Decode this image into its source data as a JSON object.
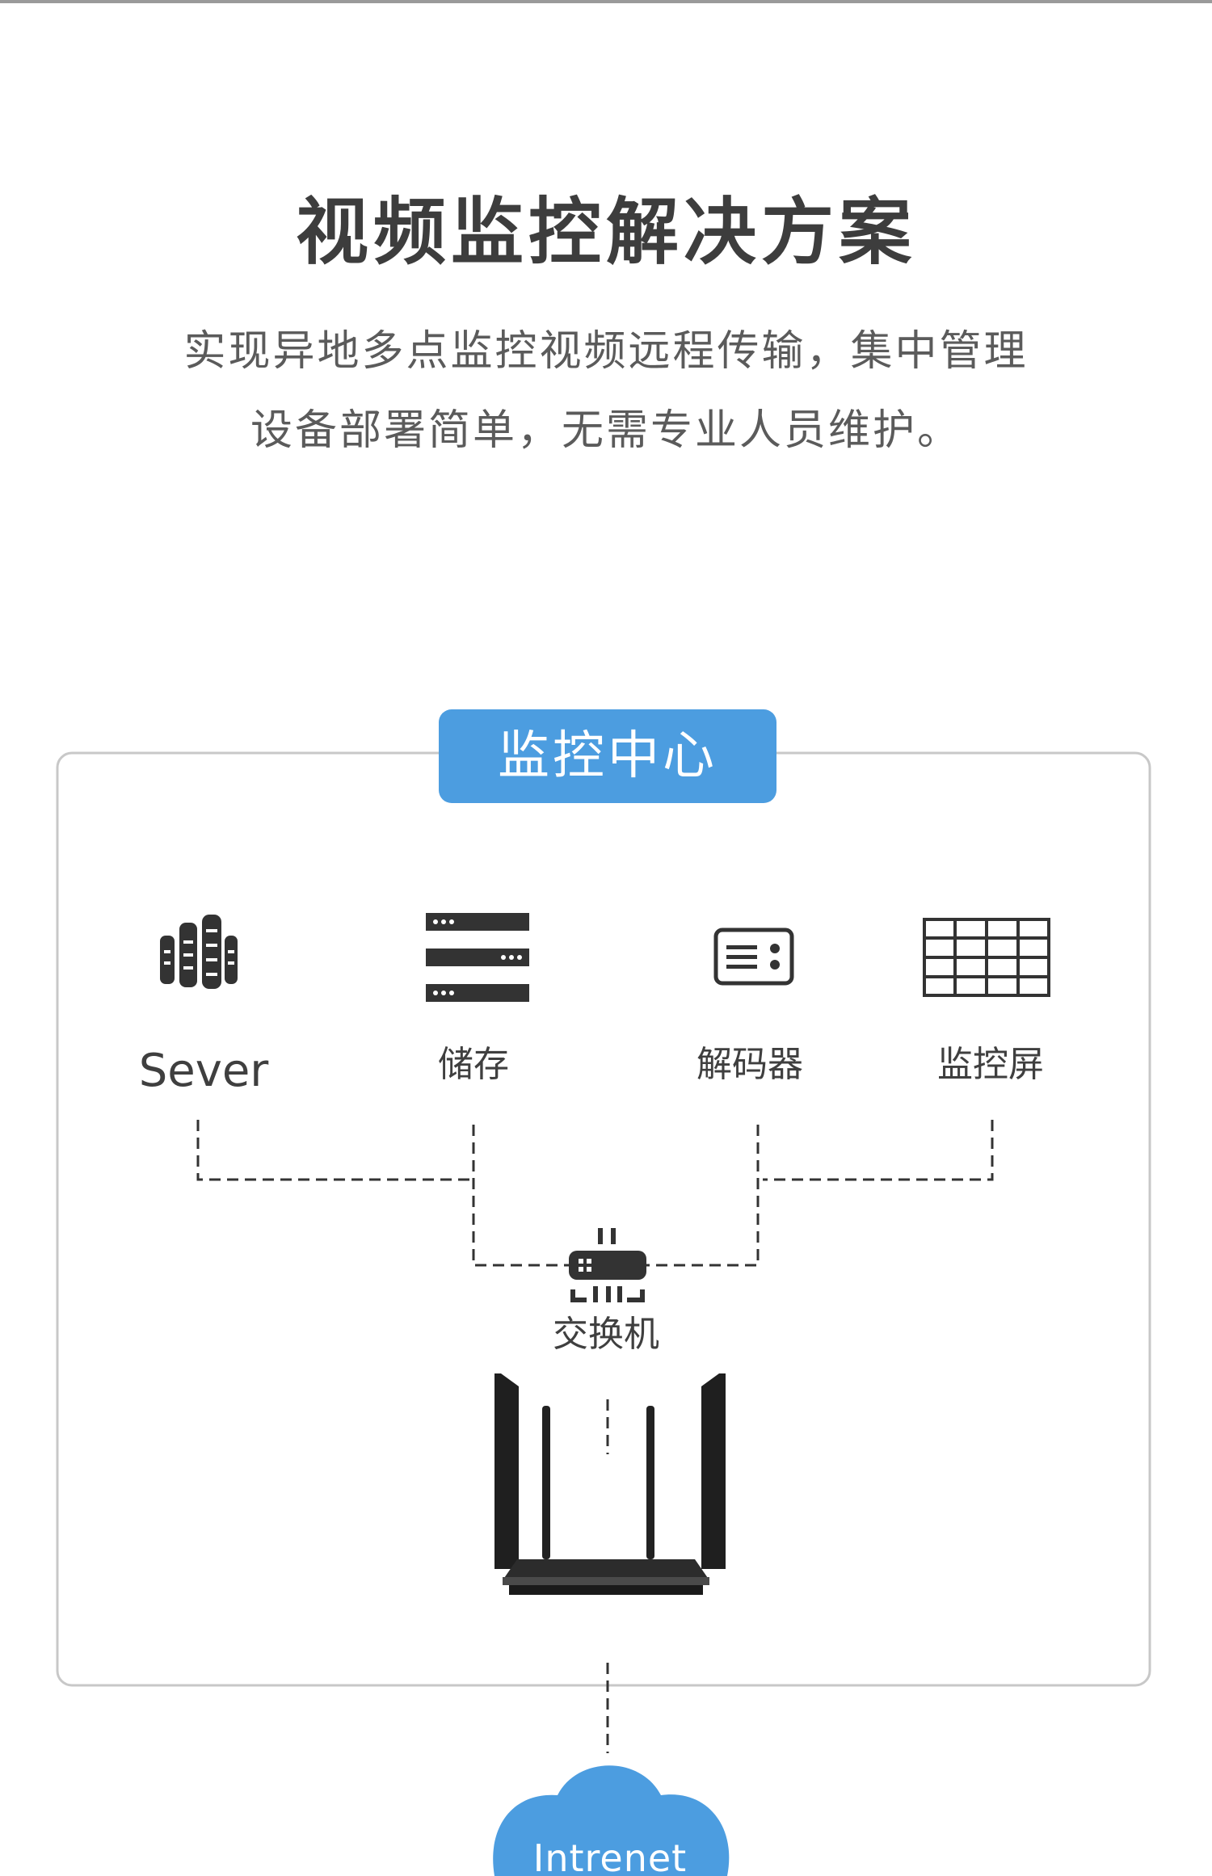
{
  "header": {
    "title": "视频监控解决方案",
    "subtitle_line1": "实现异地多点监控视频远程传输，集中管理",
    "subtitle_line2": "设备部署简单，无需专业人员维护。"
  },
  "diagram": {
    "center_label": "监控中心",
    "devices": [
      {
        "label": "Sever",
        "icon": "server-cluster-icon"
      },
      {
        "label": "储存",
        "icon": "storage-rack-icon"
      },
      {
        "label": "解码器",
        "icon": "decoder-icon"
      },
      {
        "label": "监控屏",
        "icon": "video-wall-icon"
      }
    ],
    "switch": {
      "label": "交换机",
      "icon": "switch-icon"
    },
    "router": {
      "icon": "router-icon"
    },
    "cloud": {
      "label": "Intrenet",
      "icon": "cloud-icon"
    }
  },
  "colors": {
    "accent": "#4c9de0",
    "title": "#3d3d3d",
    "text": "#5b5b5b",
    "frame": "#c8c8c8",
    "icon": "#333333"
  }
}
